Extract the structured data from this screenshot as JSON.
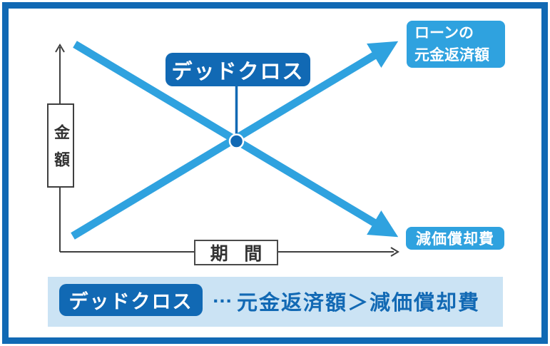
{
  "diagram": {
    "crossing_label": "デッドクロス",
    "y_axis_label": "金額",
    "x_axis_label": "期間",
    "rising_line_label": {
      "line1": "ローンの",
      "line2": "元金返済額"
    },
    "falling_line_label": "減価償却費"
  },
  "legend": {
    "term": "デッドクロス",
    "ellipsis": "…",
    "definition": "元金返済額＞減価償却費"
  },
  "colors": {
    "accent_dark_blue": "#1169b4",
    "accent_light_blue": "#2fa2df",
    "legend_bar_bg": "#cbe3f4",
    "axis_gray": "#3f3f3f"
  }
}
